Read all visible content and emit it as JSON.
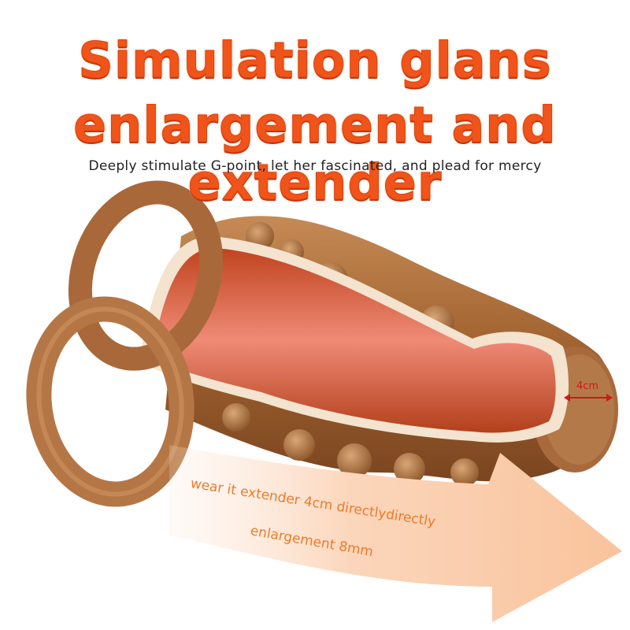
{
  "headline": {
    "line1": "Simulation glans",
    "line2": "enlargement and extender"
  },
  "subtitle": "Deeply stimulate G-point, let her fascinated, and plead for mercy",
  "arrow_caption": {
    "line1": "wear it extender 4cm directlydirectly",
    "line2": "enlargement 8mm"
  },
  "measurement": "4cm",
  "colors": {
    "headline": "#f0541a",
    "caption": "#f07a2a",
    "measure": "#d01818",
    "sleeve": "#a86a3c",
    "inner": "#d8623a"
  },
  "icons": [
    "arrow-right-icon"
  ]
}
